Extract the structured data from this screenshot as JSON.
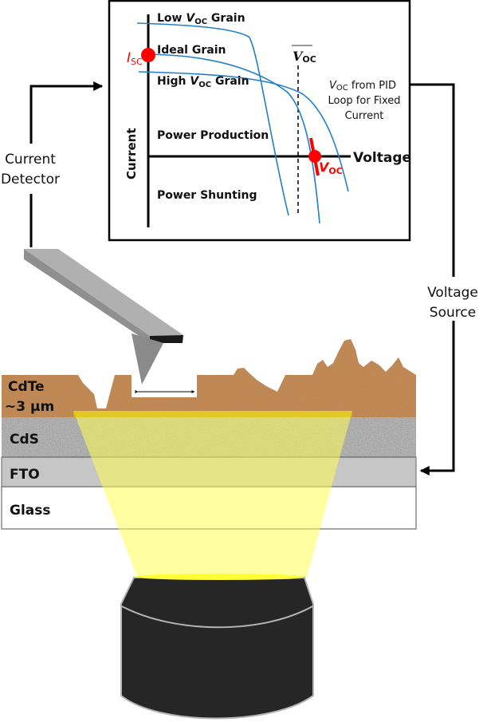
{
  "figure": {
    "iv_plot": {
      "axis_labels": {
        "y": "Current",
        "x": "Voltage"
      },
      "curve_labels": {
        "low": {
          "prefix": "Low ",
          "v": "V",
          "sub": "OC",
          "suffix": " Grain"
        },
        "ideal": "Ideal Grain",
        "high": {
          "prefix": "High ",
          "v": "V",
          "sub": "OC",
          "suffix": " Grain"
        }
      },
      "mean_voc": {
        "v": "V",
        "sub": "OC"
      },
      "isc": {
        "v": "I",
        "sub": "SC"
      },
      "voc_marker": {
        "v": "V",
        "sub": "OC"
      },
      "quadrants": {
        "upper": "Power Production",
        "lower": "Power Shunting"
      },
      "pid_note": {
        "line1_v": "V",
        "line1_sub": "OC",
        "line1_rest": " from PID",
        "line2": "Loop for Fixed",
        "line3": "Current"
      },
      "colors": {
        "curve": "#1f7fcf",
        "marker": "#ff0000",
        "axis": "#000000"
      }
    },
    "circuit": {
      "current_detector": [
        "Current",
        "Detector"
      ],
      "voltage_source": [
        "Voltage",
        "Source"
      ]
    },
    "sample_layers": [
      {
        "id": "cdte",
        "lines": [
          "CdTe",
          "~3 µm"
        ],
        "color": "#c48a55"
      },
      {
        "id": "cds",
        "lines": [
          "CdS"
        ],
        "color": "#b8b8b8"
      },
      {
        "id": "fto",
        "lines": [
          "FTO"
        ],
        "color": "#c6c6c6"
      },
      {
        "id": "glass",
        "lines": [
          "Glass"
        ],
        "color": "#ffffff"
      }
    ],
    "illumination_color": "#ffff66",
    "objective_color": "#262626"
  }
}
